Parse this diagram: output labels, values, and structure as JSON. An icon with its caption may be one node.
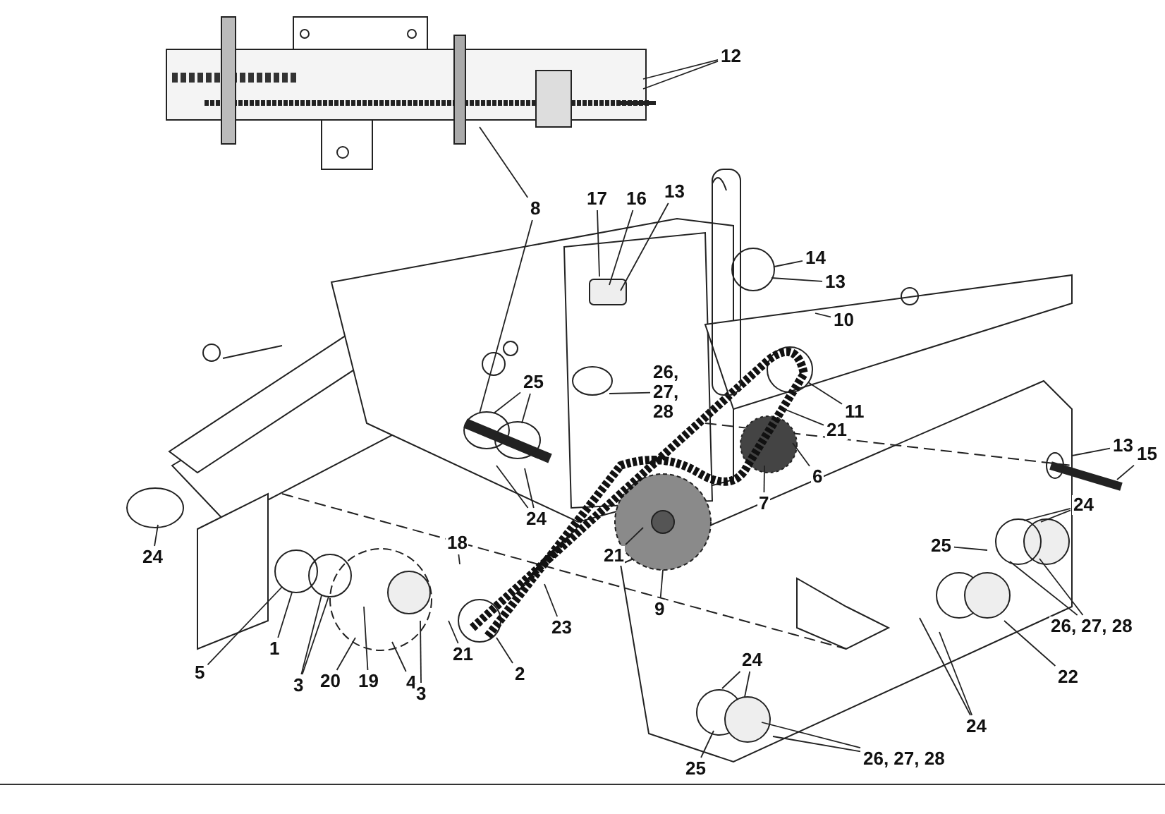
{
  "diagram": {
    "nodes": [
      {
        "text": [
          "12"
        ]
      },
      {
        "text": [
          "8"
        ]
      },
      {
        "text": [
          "17"
        ]
      },
      {
        "text": [
          "16"
        ]
      },
      {
        "text": [
          "13"
        ]
      },
      {
        "text": [
          "14"
        ]
      },
      {
        "text": [
          "13"
        ]
      },
      {
        "text": [
          "10"
        ]
      },
      {
        "text": [
          "26, 27, 28"
        ]
      },
      {
        "text": [
          "25"
        ]
      },
      {
        "text": [
          "11"
        ]
      },
      {
        "text": [
          "21"
        ]
      },
      {
        "text": [
          "6"
        ]
      },
      {
        "text": [
          "7"
        ]
      },
      {
        "text": [
          "13"
        ]
      },
      {
        "text": [
          "15"
        ]
      },
      {
        "text": [
          "24"
        ]
      },
      {
        "text": [
          "24"
        ]
      },
      {
        "text": [
          "24"
        ]
      },
      {
        "text": [
          "18"
        ]
      },
      {
        "text": [
          "9"
        ]
      },
      {
        "text": [
          "21"
        ]
      },
      {
        "text": [
          "23"
        ]
      },
      {
        "text": [
          "25"
        ]
      },
      {
        "text": [
          "26, 27, 28"
        ]
      },
      {
        "text": [
          "1"
        ]
      },
      {
        "text": [
          "5"
        ]
      },
      {
        "text": [
          "3"
        ]
      },
      {
        "text": [
          "20"
        ]
      },
      {
        "text": [
          "19"
        ]
      },
      {
        "text": [
          "4"
        ]
      },
      {
        "text": [
          "3"
        ]
      },
      {
        "text": [
          "21"
        ]
      },
      {
        "text": [
          "2"
        ]
      },
      {
        "text": [
          "24"
        ]
      },
      {
        "text": [
          "22"
        ]
      },
      {
        "text": [
          "24"
        ]
      },
      {
        "text": [
          "25"
        ]
      },
      {
        "text": [
          "26, 27, 28"
        ]
      }
    ],
    "edges": [
      {
        "from": 0,
        "to": null,
        "arrow": "none"
      },
      {
        "from": 0,
        "to": null,
        "arrow": "none"
      },
      {
        "from": 1,
        "to": null,
        "arrow": "none"
      },
      {
        "from": 1,
        "to": null,
        "arrow": "none"
      },
      {
        "from": 2,
        "to": null,
        "arrow": "none"
      },
      {
        "from": 3,
        "to": null,
        "arrow": "none"
      },
      {
        "from": 4,
        "to": null,
        "arrow": "none"
      },
      {
        "from": 5,
        "to": null,
        "arrow": "none"
      },
      {
        "from": 6,
        "to": null,
        "arrow": "none"
      },
      {
        "from": 7,
        "to": null,
        "arrow": "none"
      },
      {
        "from": 8,
        "to": null,
        "arrow": "none"
      },
      {
        "from": 9,
        "to": null,
        "arrow": "none"
      },
      {
        "from": 9,
        "to": null,
        "arrow": "none"
      },
      {
        "from": 10,
        "to": null,
        "arrow": "none"
      },
      {
        "from": 11,
        "to": null,
        "arrow": "none"
      },
      {
        "from": 12,
        "to": null,
        "arrow": "none"
      },
      {
        "from": 13,
        "to": null,
        "arrow": "none"
      },
      {
        "from": 14,
        "to": null,
        "arrow": "none"
      },
      {
        "from": 15,
        "to": null,
        "arrow": "none"
      },
      {
        "from": 16,
        "to": null,
        "arrow": "none"
      },
      {
        "from": 16,
        "to": null,
        "arrow": "none"
      },
      {
        "from": 17,
        "to": null,
        "arrow": "none"
      },
      {
        "from": 17,
        "to": null,
        "arrow": "none"
      },
      {
        "from": 18,
        "to": null,
        "arrow": "none"
      },
      {
        "from": 19,
        "to": null,
        "arrow": "none"
      },
      {
        "from": 20,
        "to": null,
        "arrow": "none"
      },
      {
        "from": 21,
        "to": null,
        "arrow": "none"
      },
      {
        "from": 22,
        "to": null,
        "arrow": "none"
      },
      {
        "from": 23,
        "to": null,
        "arrow": "none"
      },
      {
        "from": 24,
        "to": null,
        "arrow": "none"
      },
      {
        "from": 24,
        "to": null,
        "arrow": "none"
      },
      {
        "from": 25,
        "to": null,
        "arrow": "none"
      },
      {
        "from": 26,
        "to": null,
        "arrow": "none"
      },
      {
        "from": 27,
        "to": null,
        "arrow": "none"
      },
      {
        "from": 27,
        "to": null,
        "arrow": "none"
      },
      {
        "from": 28,
        "to": null,
        "arrow": "none"
      },
      {
        "from": 29,
        "to": null,
        "arrow": "none"
      },
      {
        "from": 30,
        "to": null,
        "arrow": "none"
      },
      {
        "from": 31,
        "to": null,
        "arrow": "none"
      },
      {
        "from": 32,
        "to": null,
        "arrow": "none"
      },
      {
        "from": 33,
        "to": null,
        "arrow": "none"
      },
      {
        "from": 34,
        "to": null,
        "arrow": "none"
      },
      {
        "from": 34,
        "to": null,
        "arrow": "none"
      },
      {
        "from": 35,
        "to": null,
        "arrow": "none"
      },
      {
        "from": 36,
        "to": null,
        "arrow": "none"
      },
      {
        "from": 36,
        "to": null,
        "arrow": "none"
      },
      {
        "from": 37,
        "to": null,
        "arrow": "none"
      },
      {
        "from": 38,
        "to": null,
        "arrow": "none"
      },
      {
        "from": 38,
        "to": null,
        "arrow": "none"
      }
    ]
  }
}
